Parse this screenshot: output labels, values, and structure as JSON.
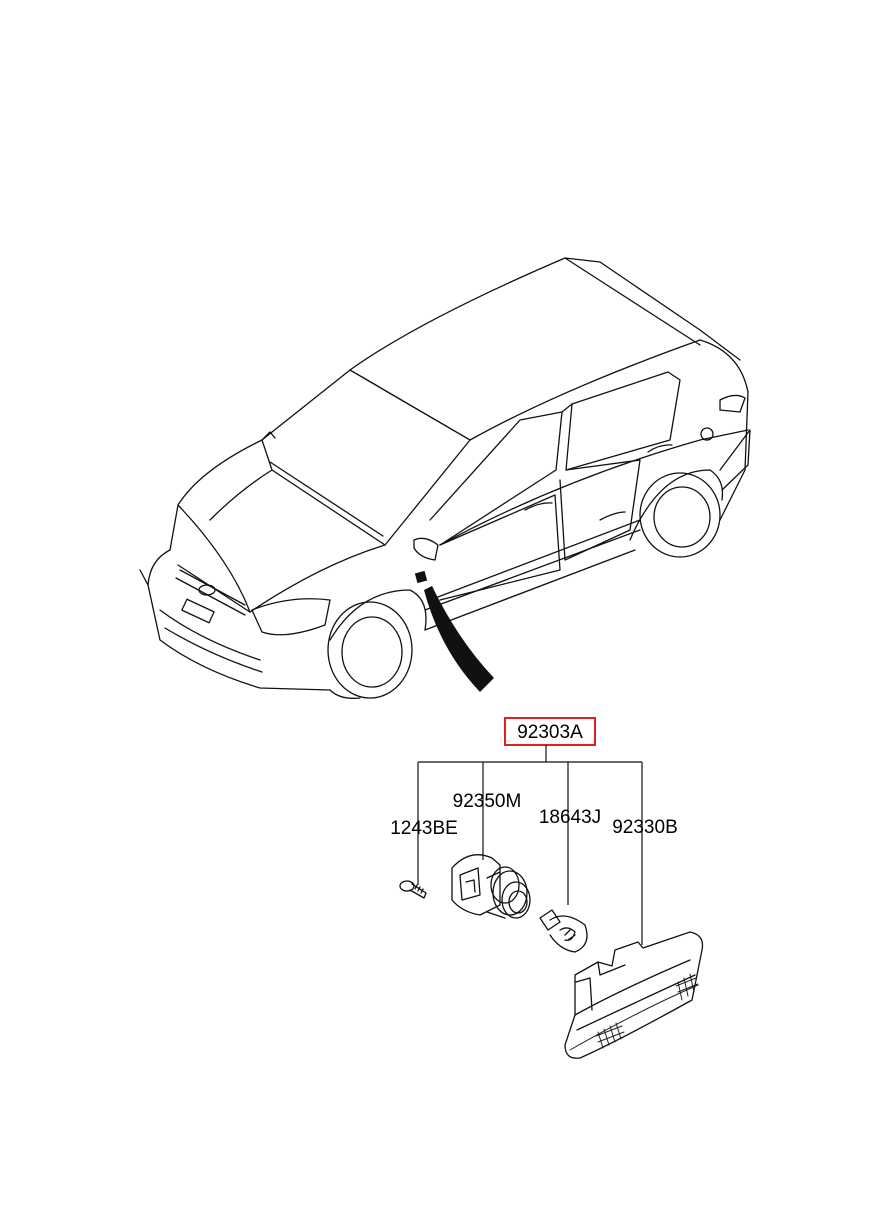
{
  "assembly": {
    "part_number": "92303A",
    "highlight_color": "#e02020"
  },
  "components": [
    {
      "part_number": "1243BE",
      "icon": "screw-icon"
    },
    {
      "part_number": "92350M",
      "icon": "bulb-socket-icon"
    },
    {
      "part_number": "18643J",
      "icon": "wedge-bulb-icon"
    },
    {
      "part_number": "92330B",
      "icon": "side-repeater-lens-icon"
    }
  ],
  "vehicle": {
    "icon": "hatchback-car-icon"
  },
  "pointer": {
    "icon": "location-arrow-icon"
  }
}
